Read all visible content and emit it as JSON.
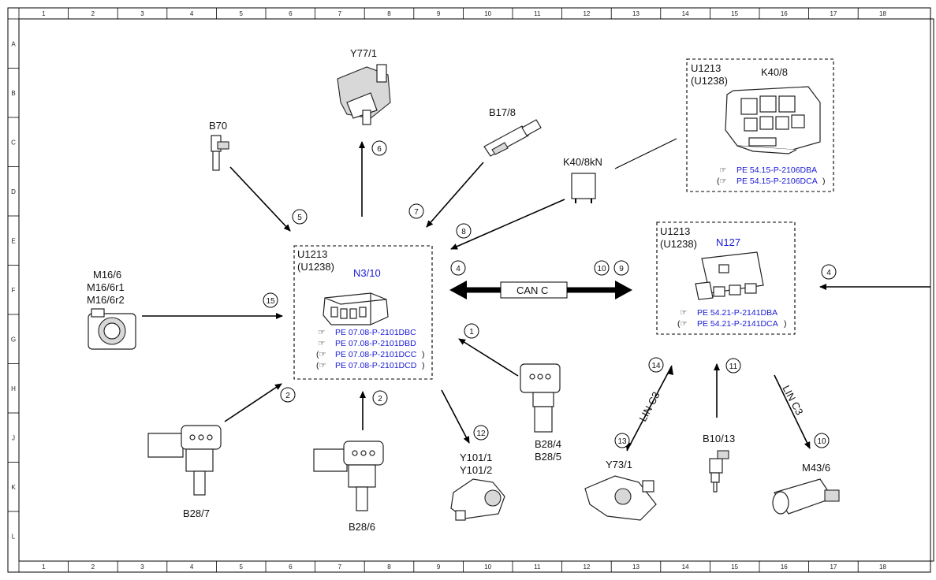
{
  "grid": {
    "columns": [
      "1",
      "2",
      "3",
      "4",
      "5",
      "6",
      "7",
      "8",
      "9",
      "10",
      "11",
      "12",
      "13",
      "14",
      "15",
      "16",
      "17",
      "18"
    ],
    "rows": [
      "A",
      "B",
      "C",
      "D",
      "E",
      "F",
      "G",
      "H",
      "J",
      "K",
      "L"
    ]
  },
  "modules": {
    "n310": {
      "loc1": "U1213",
      "loc2": "(U1238)",
      "code": "N3/10",
      "refs": [
        "PE 07.08-P-2101DBC",
        "PE 07.08-P-2101DBD",
        "PE 07.08-P-2101DCC",
        "PE 07.08-P-2101DCD"
      ]
    },
    "n127": {
      "loc1": "U1213",
      "loc2": "(U1238)",
      "code": "N127",
      "refs": [
        "PE 54.21-P-2141DBA",
        "PE 54.21-P-2141DCA"
      ]
    },
    "k408": {
      "loc1": "U1213",
      "loc2": "(U1238)",
      "code": "K40/8",
      "refs": [
        "PE 54.15-P-2106DBA",
        "PE 54.15-P-2106DCA"
      ]
    }
  },
  "components": {
    "y771": "Y77/1",
    "b70": "B70",
    "b178": "B17/8",
    "k408kn": "K40/8kN",
    "m166": "M16/6",
    "m166r1": "M16/6r1",
    "m166r2": "M16/6r2",
    "b287": "B28/7",
    "b286": "B28/6",
    "y1011": "Y101/1",
    "y1012": "Y101/2",
    "b284": "B28/4",
    "b285": "B28/5",
    "y731": "Y73/1",
    "b1013": "B10/13",
    "m436": "M43/6"
  },
  "bus": {
    "can": "CAN C",
    "lin_left": "LIN C3",
    "lin_right": "LIN C3"
  },
  "callouts": {
    "c1": "1",
    "c2a": "2",
    "c2b": "2",
    "c4a": "4",
    "c4b": "4",
    "c5": "5",
    "c6": "6",
    "c7": "7",
    "c8": "8",
    "c9": "9",
    "c10a": "10",
    "c10b": "10",
    "c11": "11",
    "c12": "12",
    "c13": "13",
    "c14": "14",
    "c15": "15"
  }
}
